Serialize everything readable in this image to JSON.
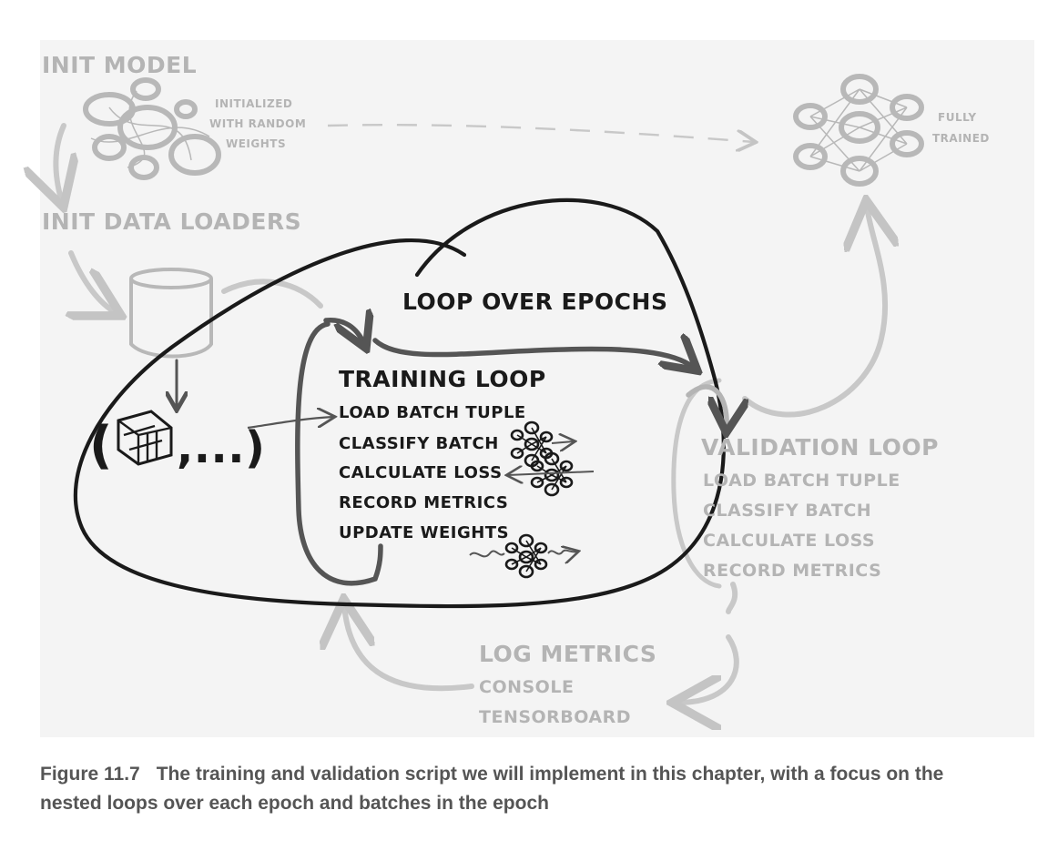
{
  "diagram": {
    "init_model": {
      "title": "INIT MODEL",
      "note": [
        "INITIALIZED",
        "WITH RANDOM",
        "WEIGHTS"
      ]
    },
    "fully_trained": [
      "FULLY",
      "TRAINED"
    ],
    "init_data_loaders": "INIT DATA LOADERS",
    "batch_tuple": {
      "open": "(",
      "rest": ",...)"
    },
    "loop_over_epochs": "LOOP OVER EPOCHS",
    "training_loop": {
      "title": "TRAINING LOOP",
      "steps": [
        "LOAD BATCH TUPLE",
        "CLASSIFY BATCH",
        "CALCULATE LOSS",
        "RECORD METRICS",
        "UPDATE WEIGHTS"
      ]
    },
    "validation_loop": {
      "title": "VALIDATION LOOP",
      "steps": [
        "LOAD BATCH TUPLE",
        "CLASSIFY BATCH",
        "CALCULATE LOSS",
        "RECORD METRICS"
      ]
    },
    "log_metrics": {
      "title": "LOG METRICS",
      "items": [
        "CONSOLE",
        "TENSORBOARD"
      ]
    }
  },
  "caption": {
    "label": "Figure 11.7",
    "text": "The training and validation script we will implement in this chapter, with a focus on the nested loops over each epoch and batches in the epoch"
  },
  "colors": {
    "faded": "#b4b4b4",
    "ink": "#1a1a1a",
    "mid": "#555555",
    "caption": "#555555"
  }
}
